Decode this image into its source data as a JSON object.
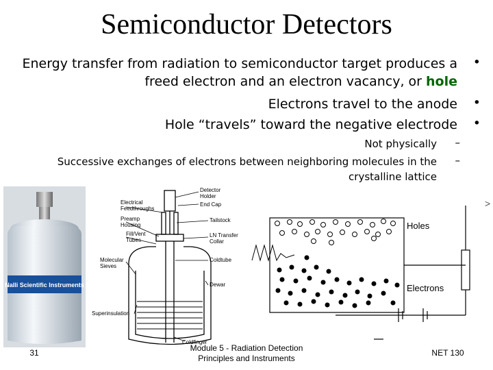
{
  "slide": {
    "title": "Semiconductor Detectors",
    "bullets": [
      {
        "line1": "Energy transfer from radiation to semiconductor target produces a",
        "line2_pre": "freed electron and an electron vacancy, or ",
        "line2_em": "hole",
        "bullet": "•"
      },
      {
        "text": "Electrons travel to the anode",
        "bullet": "•"
      },
      {
        "text": "Hole “travels” toward the negative electrode",
        "bullet": "•"
      }
    ],
    "subbullets": [
      {
        "text": "Not physically",
        "dash": "–"
      },
      {
        "line1": "Successive exchanges of electrons between neighboring molecules in the",
        "line2": "crystalline lattice",
        "dash": "–"
      }
    ]
  },
  "dewar_labels": {
    "detector_holder": "Detector\nHolder",
    "end_cap": "End Cap",
    "electrical_feedthroughs": "Electrical\nFeedthroughs",
    "preamp_housing": "Preamp\nHousing",
    "fill_vent_tubes": "Fill/Vent\nTubes",
    "molecular_sieves": "Molecular\nSieves",
    "superinsulation": "Superinsulation",
    "coldfinger": "Coldfinger",
    "dewar": "Dewar",
    "coldtube": "Coldtube",
    "ln_transfer_collar": "LN Transfer\nCollar",
    "tailstock": "Tailstock",
    "photo_brand": "Nalli Scientific Instruments"
  },
  "lattice_labels": {
    "holes": "Holes",
    "electrons": "Electrons",
    "arrow_mark": ">"
  },
  "footer": {
    "page_number": "31",
    "module_line1": "Module 5 -  Radiation Detection",
    "module_line2": "Principles and Instruments",
    "course": "NET 130"
  },
  "colors": {
    "hole_text": "#006600",
    "dewar_body": "#e8eef4",
    "label_band": "#1a4f9a"
  }
}
